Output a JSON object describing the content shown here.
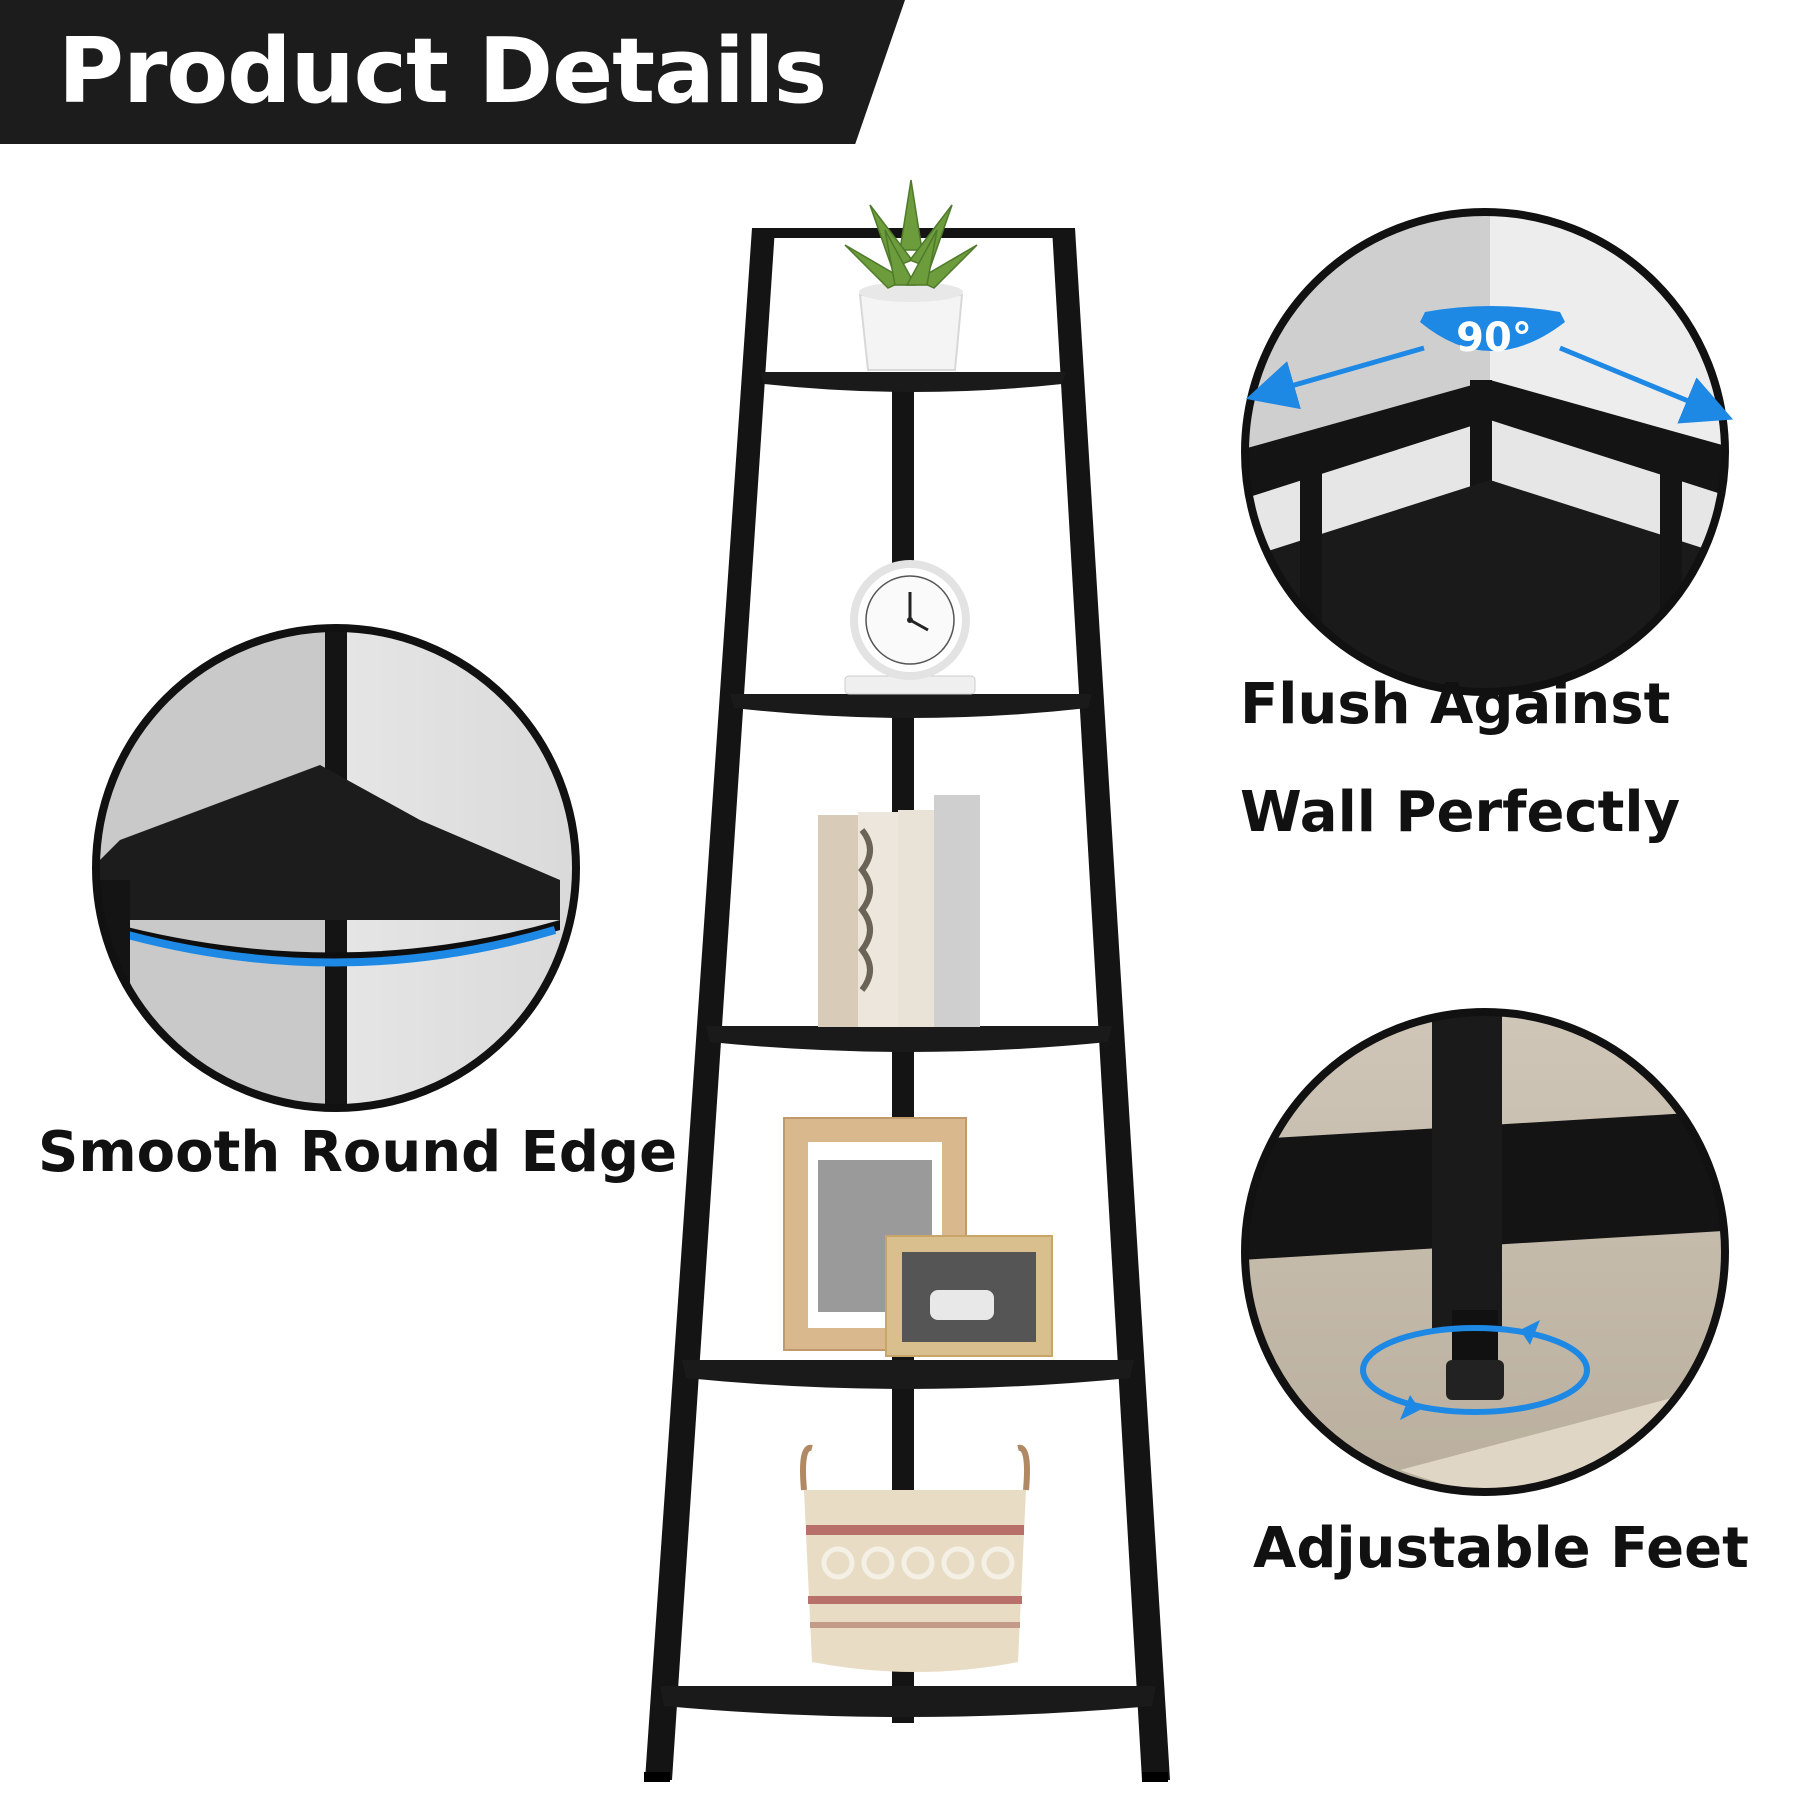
{
  "header": {
    "title": "Product Details"
  },
  "features": {
    "smooth_edge": "Smooth Round Edge",
    "flush_line1": "Flush Against",
    "flush_line2": "Wall Perfectly",
    "adjustable_feet": "Adjustable Feet",
    "angle_label": "90°"
  },
  "colors": {
    "header_bg": "#1c1c1c",
    "frame": "#141414",
    "accent_blue": "#1e88e5",
    "text": "#111111"
  },
  "icons": [
    "plant-icon",
    "clock-icon",
    "books-icon",
    "picture-frame-icon",
    "basket-icon",
    "rotate-arrows-icon",
    "angle-arrows-icon"
  ]
}
